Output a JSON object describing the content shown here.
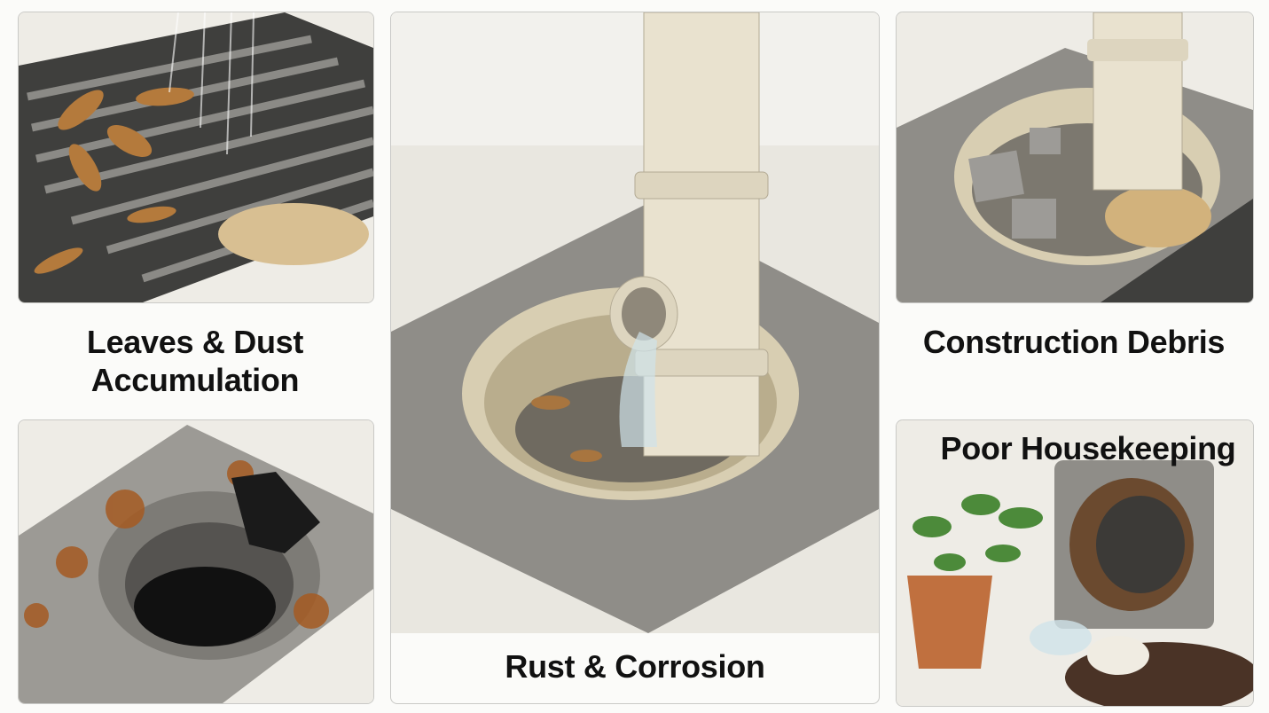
{
  "panels": {
    "leaves_dust": {
      "label_line1": "Leaves & Dust",
      "label_line2": "Accumulation"
    },
    "rust": {
      "label": "Rust & Corrosion"
    },
    "construction": {
      "label": "Construction Debris"
    },
    "housekeeping": {
      "label": "Poor Housekeeping"
    }
  },
  "colors": {
    "tile": "#efede6",
    "grate": "#4a4a48",
    "rust": "#a55a22",
    "pipe": "#e9e2cf",
    "soil": "#4a3326",
    "pot": "#c0703f"
  }
}
